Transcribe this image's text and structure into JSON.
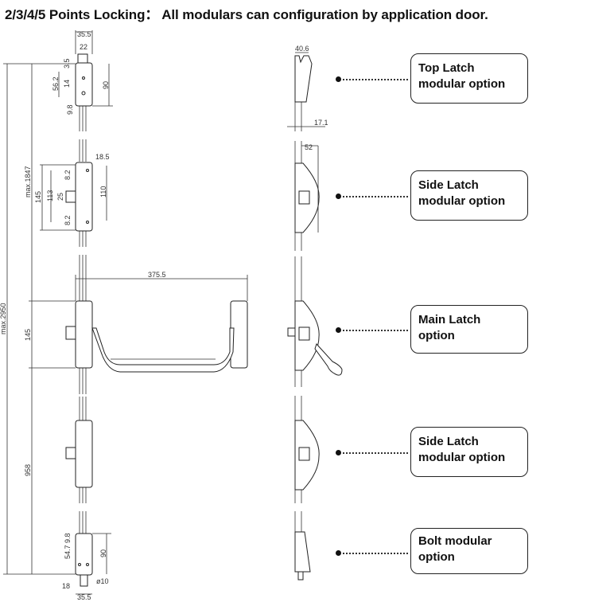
{
  "title": "2/3/4/5 Points Locking： All modulars can configuration by application door.",
  "front_view_dimensions": {
    "top_width": "35.5",
    "top_knob": "22",
    "top_35": "3.5",
    "top_562": "56.2",
    "top_14": "14",
    "top_98": "9.8",
    "top_90": "90",
    "side_185": "18.5",
    "side_82a": "8.2",
    "side_82b": "8.2",
    "side_145": "145",
    "side_113": "113",
    "side_25": "25",
    "side_110": "110",
    "max1847": "max.1847",
    "max2950": "max.2950",
    "bar_length": "375.5",
    "main_145": "145",
    "dim_958": "958",
    "bolt_98": "9.8",
    "bolt_547": "54.7",
    "bolt_90": "90",
    "bolt_18": "18",
    "bolt_dia": "ø10",
    "bolt_width": "35.5"
  },
  "side_view_dimensions": {
    "top_406": "40.6",
    "top_171": "17.1",
    "side_52": "52"
  },
  "callouts": [
    {
      "line1": "Top Latch",
      "line2": "modular option"
    },
    {
      "line1": "Side Latch",
      "line2": "modular option"
    },
    {
      "line1": "Main Latch",
      "line2": "option"
    },
    {
      "line1": "Side Latch",
      "line2": "modular option"
    },
    {
      "line1": "Bolt modular",
      "line2": "option"
    }
  ]
}
